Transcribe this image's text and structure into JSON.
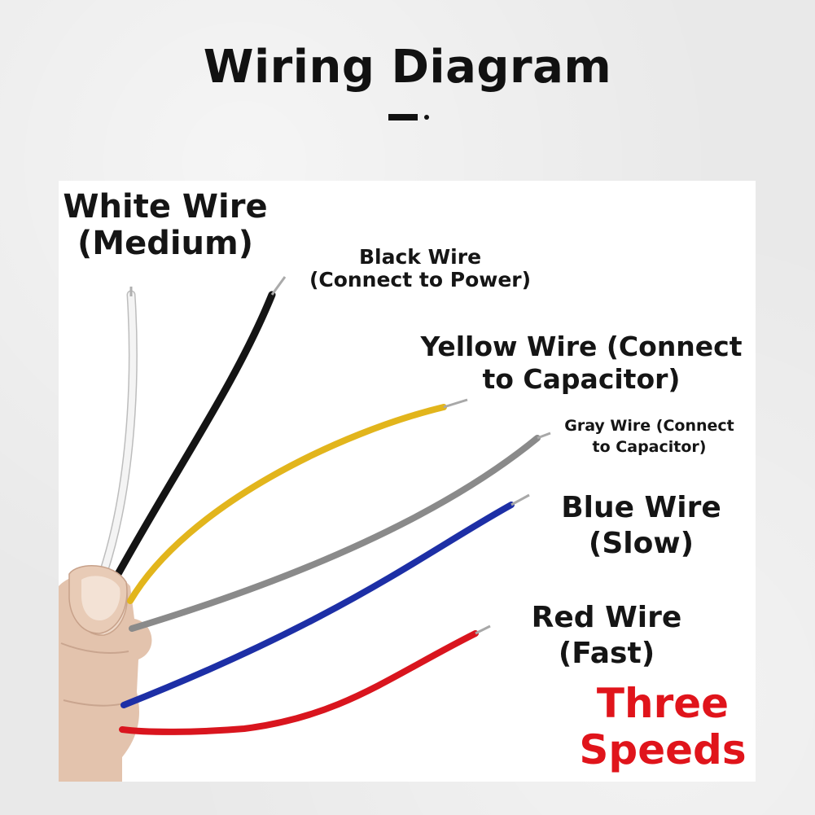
{
  "title": "Wiring Diagram",
  "labels": {
    "white": [
      "White Wire",
      "(Medium)"
    ],
    "black": [
      "Black Wire",
      "(Connect to Power)"
    ],
    "yellow": [
      "Yellow Wire (Connect",
      "to Capacitor)"
    ],
    "gray": [
      "Gray Wire (Connect",
      "to Capacitor)"
    ],
    "blue": [
      "Blue Wire",
      "(Slow)"
    ],
    "red": [
      "Red Wire",
      "(Fast)"
    ]
  },
  "tagline": [
    "Three",
    "Speeds"
  ],
  "colors": {
    "white_wire": "#f4f4f4",
    "black_wire": "#141414",
    "yellow_wire": "#e2b51c",
    "gray_wire": "#8a8a8a",
    "blue_wire": "#1d2fa6",
    "red_wire": "#d9151e",
    "tagline": "#e0141b",
    "skin": "#e3c3ad"
  }
}
